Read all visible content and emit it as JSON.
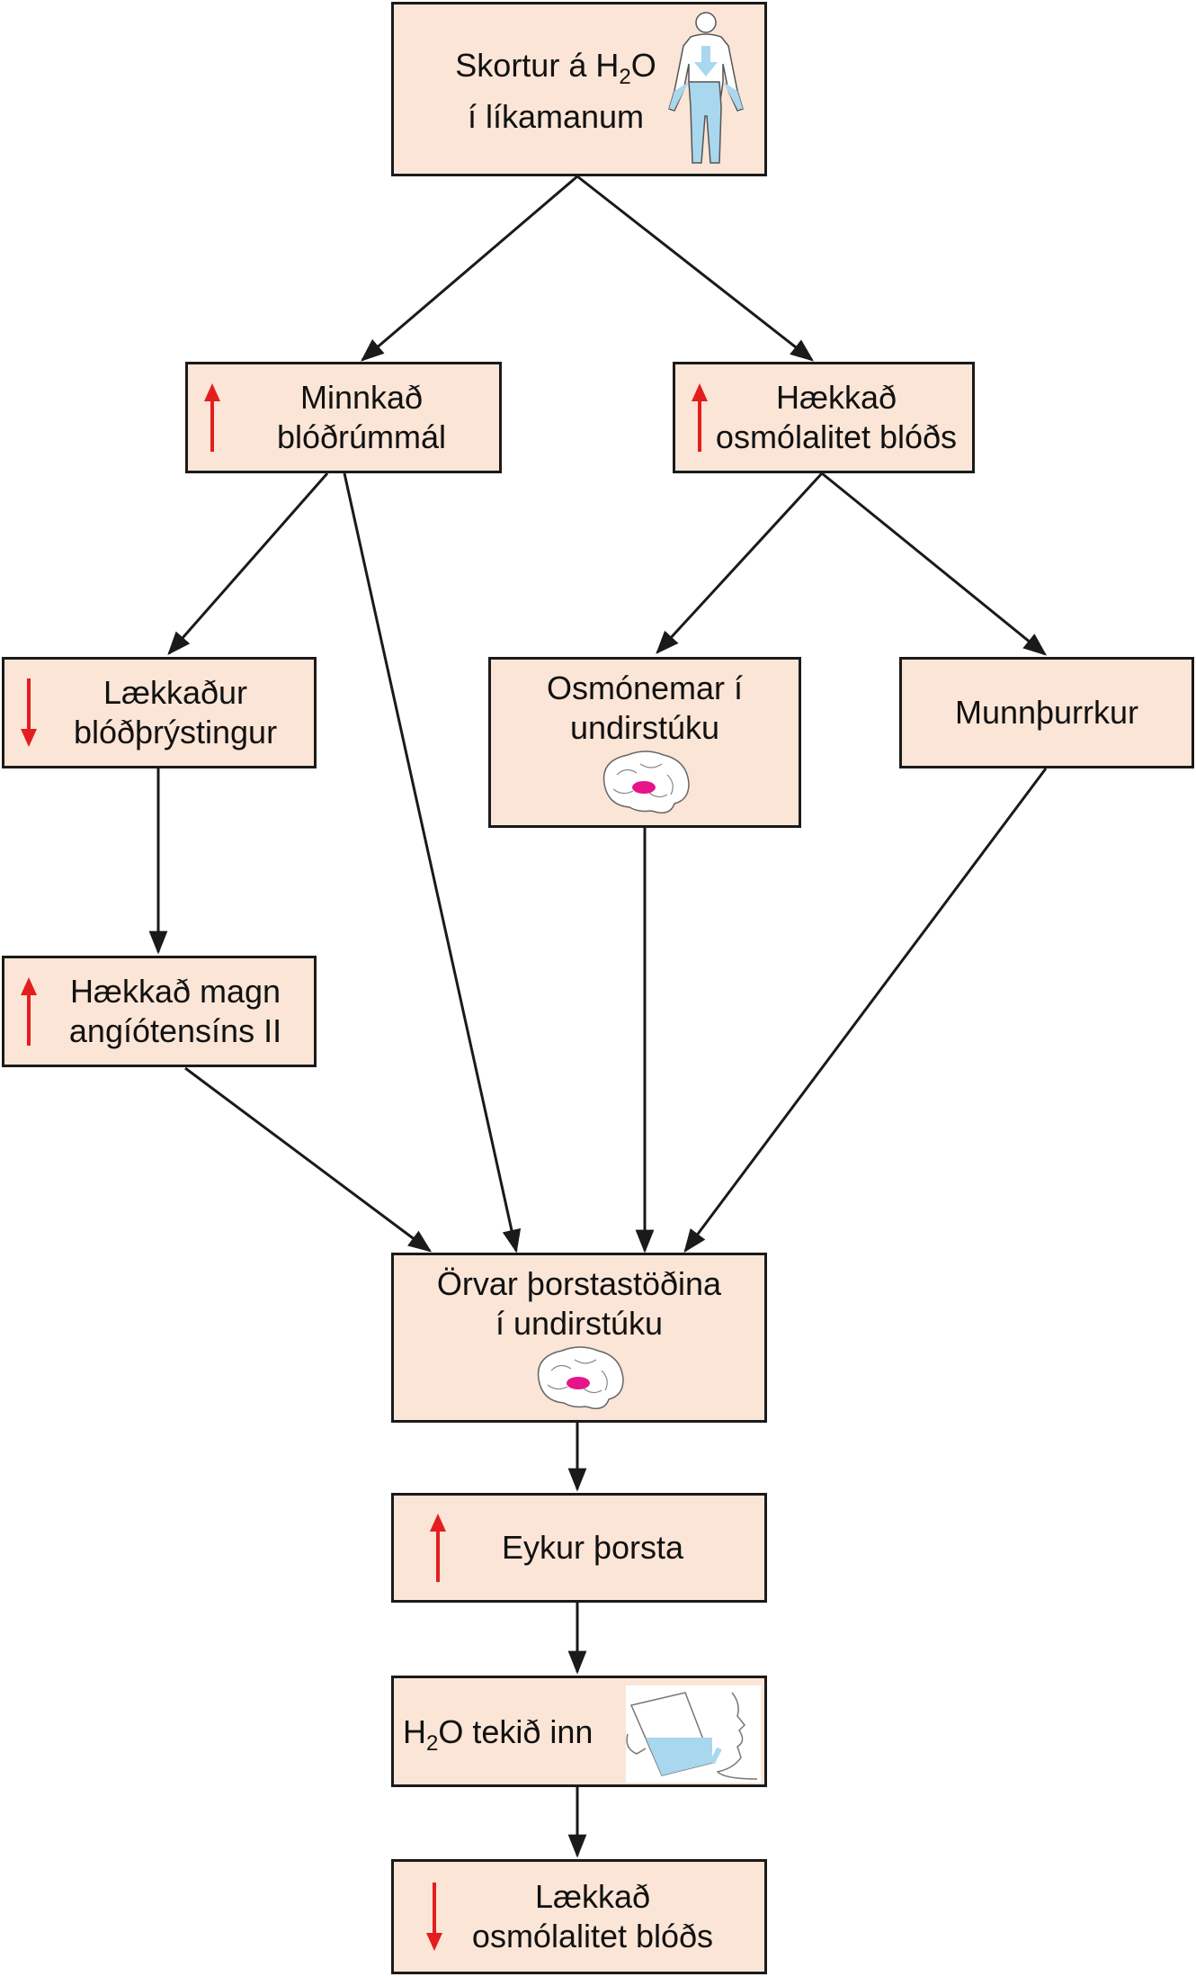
{
  "colors": {
    "box_fill": "#fbe5d6",
    "border": "#1a1a1a",
    "arrow_up": "#e41e1e",
    "arrow_down": "#e41e1e",
    "brain_spot": "#e5148a",
    "water": "#a9d7ee"
  },
  "nodes": {
    "top": {
      "line1": "Skortur á H",
      "sub": "2",
      "line1b": "O",
      "line2": "í líkamanum",
      "icon": "body-icon"
    },
    "volume": {
      "line1": "Minnkað",
      "line2": "blóðrúmmál",
      "indicator": "up-arrow-icon"
    },
    "osmo_up": {
      "line1": "Hækkað",
      "line2": "osmólalitet blóðs",
      "indicator": "up-arrow-icon"
    },
    "pressure": {
      "line1": "Lækkaður",
      "line2": "blóðþrýstingur",
      "indicator": "down-arrow-icon"
    },
    "osmoreceptors": {
      "line1": "Osmónemar í",
      "line2": "undirstúku",
      "icon": "brain-icon"
    },
    "drymouth": {
      "line1": "Munnþurrkur"
    },
    "angiotensin": {
      "line1": "Hækkað magn",
      "line2": "angíótensíns II",
      "indicator": "up-arrow-icon"
    },
    "thirst_center": {
      "line1": "Örvar þorstastöðina",
      "line2": "í undirstúku",
      "icon": "brain-icon"
    },
    "thirst": {
      "line1": "Eykur þorsta",
      "indicator": "up-arrow-icon"
    },
    "water": {
      "line1a": "H",
      "sub": "2",
      "line1b": "O tekið inn",
      "icon": "drinking-cup-icon"
    },
    "osmo_down": {
      "line1": "Lækkað",
      "line2": "osmólalitet blóðs",
      "indicator": "down-arrow-icon"
    }
  }
}
